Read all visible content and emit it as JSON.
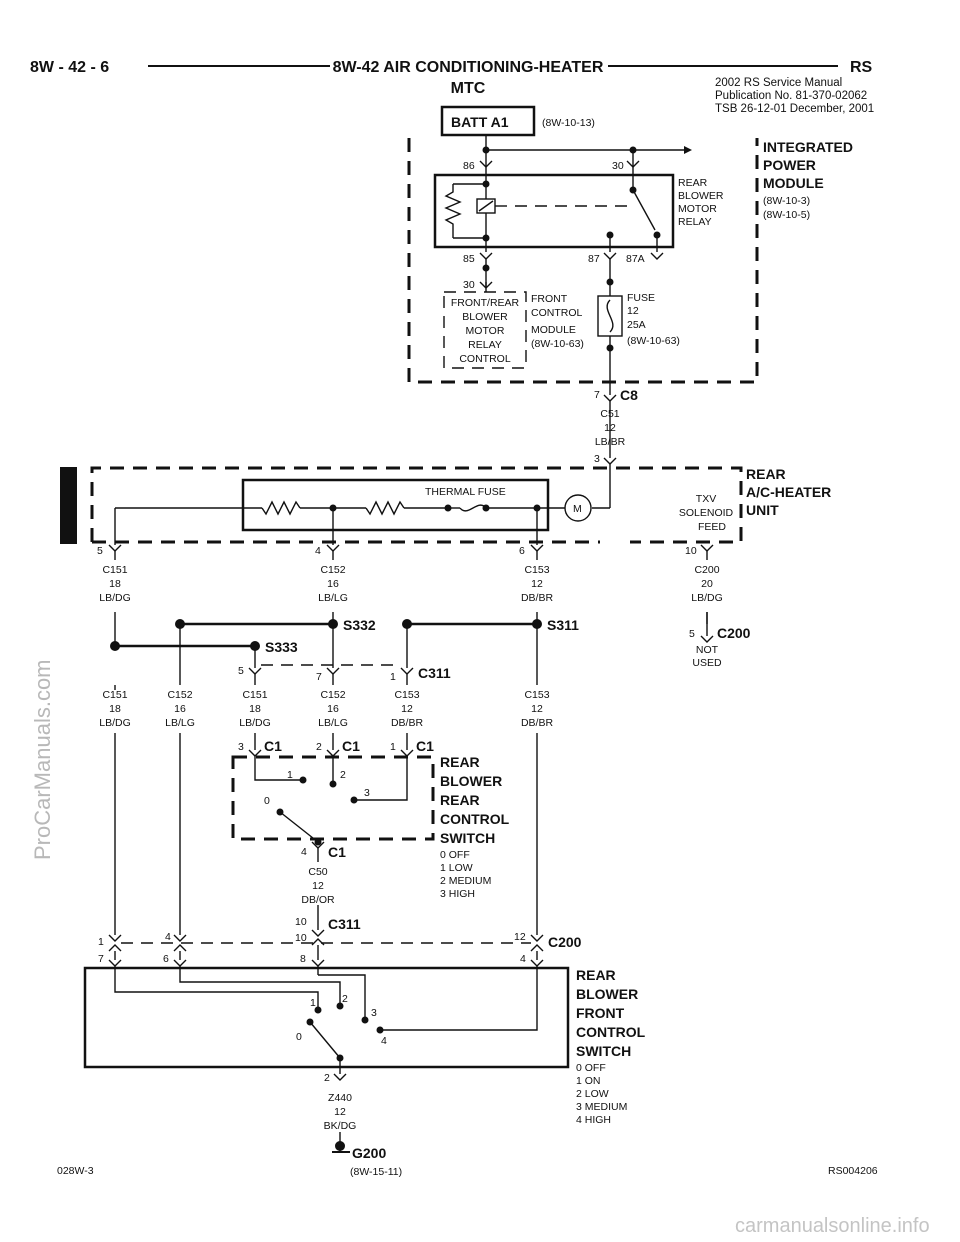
{
  "header": {
    "page": "8W - 42 - 6",
    "title_line1": "8W-42 AIR CONDITIONING-HEATER",
    "title_line2": "MTC",
    "section": "RS",
    "pub_line1": "2002 RS  Service Manual",
    "pub_line2": "Publication No.  81-370-02062",
    "pub_line3": "TSB  26-12-01    December, 2001"
  },
  "top": {
    "batt": "BATT A1",
    "batt_ref": "(8W-10-13)",
    "ipm_l1": "INTEGRATED",
    "ipm_l2": "POWER",
    "ipm_l3": "MODULE",
    "ipm_ref1": "(8W-10-3)",
    "ipm_ref2": "(8W-10-5)",
    "relay_l1": "REAR",
    "relay_l2": "BLOWER",
    "relay_l3": "MOTOR",
    "relay_l4": "RELAY",
    "pin86": "86",
    "pin30": "30",
    "pin85": "85",
    "pin87": "87",
    "pin87a": "87A",
    "pin30b": "30",
    "frc_l1": "FRONT/REAR",
    "frc_l2": "BLOWER",
    "frc_l3": "MOTOR",
    "frc_l4": "RELAY",
    "frc_l5": "CONTROL",
    "fcm_l1": "FRONT",
    "fcm_l2": "CONTROL",
    "fcm_l3": "MODULE",
    "fcm_l4": "(8W-10-63)",
    "fuse_l1": "FUSE",
    "fuse_l2": "12",
    "fuse_l3": "25A",
    "fuse_l4": "(8W-10-63)",
    "c8_pin": "7",
    "c8": "C8",
    "w_c51_l1": "C51",
    "w_c51_l2": "12",
    "w_c51_l3": "LB/BR",
    "unit_pin3": "3"
  },
  "unit": {
    "label_l1": "REAR",
    "label_l2": "A/C-HEATER",
    "label_l3": "UNIT",
    "thermal_fuse": "THERMAL FUSE",
    "motor": "M",
    "txv_l1": "TXV",
    "txv_l2": "SOLENOID",
    "txv_l3": "FEED",
    "p5": "5",
    "p4": "4",
    "p6": "6",
    "p10": "10"
  },
  "wires": {
    "c151a_l1": "C151",
    "c151a_l2": "18",
    "c151a_l3": "LB/DG",
    "c152a_l1": "C152",
    "c152a_l2": "16",
    "c152a_l3": "LB/LG",
    "c153a_l1": "C153",
    "c153a_l2": "12",
    "c153a_l3": "DB/BR",
    "c200w_l1": "C200",
    "c200w_l2": "20",
    "c200w_l3": "LB/DG",
    "c151b_l1": "C151",
    "c151b_l2": "18",
    "c151b_l3": "LB/DG",
    "c152b_l1": "C152",
    "c152b_l2": "16",
    "c152b_l3": "LB/LG",
    "c151c_l1": "C151",
    "c151c_l2": "18",
    "c151c_l3": "LB/DG",
    "c152c_l1": "C152",
    "c152c_l2": "16",
    "c152c_l3": "LB/LG",
    "c153c_l1": "C153",
    "c153c_l2": "12",
    "c153c_l3": "DB/BR",
    "c153b_l1": "C153",
    "c153b_l2": "12",
    "c153b_l3": "DB/BR",
    "c50_l1": "C50",
    "c50_l2": "12",
    "c50_l3": "DB/OR",
    "z440_l1": "Z440",
    "z440_l2": "12",
    "z440_l3": "BK/DG"
  },
  "splices": {
    "s332": "S332",
    "s311": "S311",
    "s333": "S333",
    "c200_pin": "5",
    "c200": "C200",
    "not_used_l1": "NOT",
    "not_used_l2": "USED",
    "c311_p5": "5",
    "c311_p7": "7",
    "c311_p1": "1",
    "c311": "C311"
  },
  "rear_switch": {
    "c1_p3": "3",
    "c1_p2": "2",
    "c1_p1": "1",
    "c1": "C1",
    "pos1": "1",
    "pos2": "2",
    "pos0": "0",
    "pos3": "3",
    "c1_p4": "4",
    "label_l1": "REAR",
    "label_l2": "BLOWER",
    "label_l3": "REAR",
    "label_l4": "CONTROL",
    "label_l5": "SWITCH",
    "leg0": "0 OFF",
    "leg1": "1 LOW",
    "leg2": "2 MEDIUM",
    "leg3": "3 HIGH"
  },
  "connectors": {
    "c311b_top": "10",
    "c311b_bot": "10",
    "c311": "C311",
    "c200_p1": "1",
    "c200_p4": "4",
    "c200_p12": "12",
    "c200": "C200",
    "f_p7": "7",
    "f_p6": "6",
    "f_p8": "8",
    "f_p4": "4"
  },
  "front_switch": {
    "label_l1": "REAR",
    "label_l2": "BLOWER",
    "label_l3": "FRONT",
    "label_l4": "CONTROL",
    "label_l5": "SWITCH",
    "leg0": "0 OFF",
    "leg1": "1 ON",
    "leg2": "2 LOW",
    "leg3": "3 MEDIUM",
    "leg4": "4 HIGH",
    "pos1": "1",
    "pos2": "2",
    "pos3": "3",
    "pos0": "0",
    "pos4": "4",
    "pin2": "2"
  },
  "ground": {
    "g200": "G200",
    "ref": "(8W-15-11)"
  },
  "footer": {
    "left": "028W-3",
    "right": "RS004206"
  },
  "watermarks": {
    "side": "ProCarManuals.com",
    "bottom": "carmanualsonline.info"
  }
}
